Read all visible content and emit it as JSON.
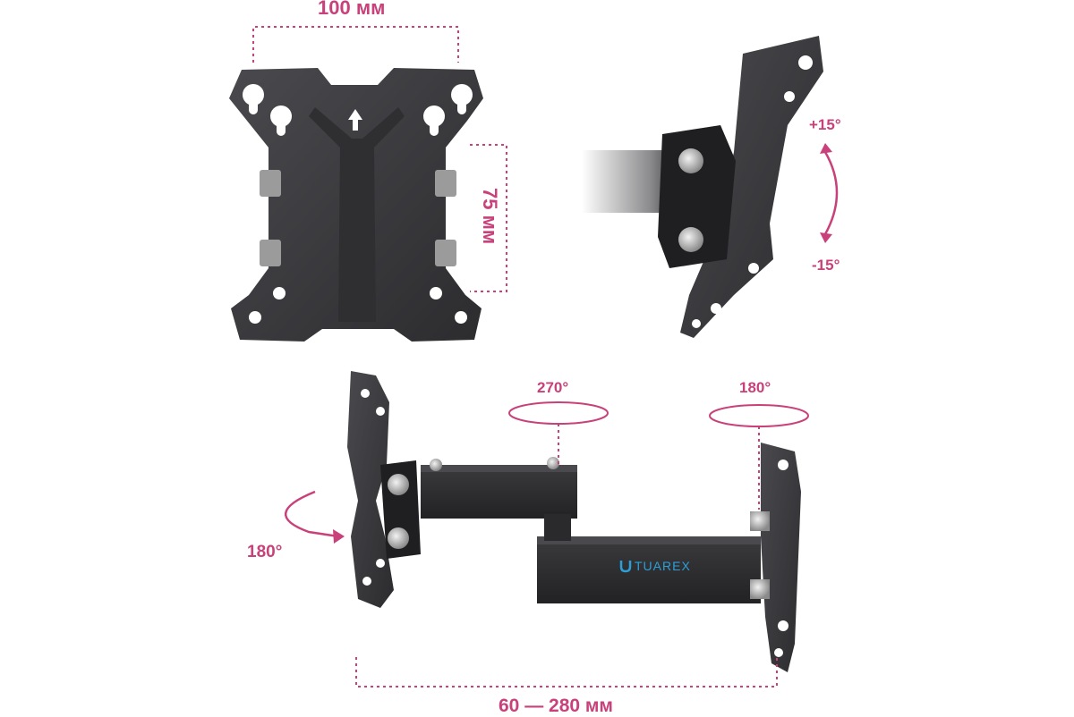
{
  "dimensions": {
    "width_vesa": "100 мм",
    "height_vesa": "75 мм",
    "tilt_up": "+15°",
    "tilt_down": "-15°",
    "swivel_arm": "270°",
    "swivel_wall": "180°",
    "rotate_screen": "180°",
    "extension": "60 — 280 мм"
  },
  "brand": {
    "name": "TUAREX",
    "icon": "horseshoe-logo-icon"
  },
  "colors": {
    "annotation": "#c8417a",
    "metal": "#3a3a3d",
    "brand": "#2c9fd8"
  }
}
